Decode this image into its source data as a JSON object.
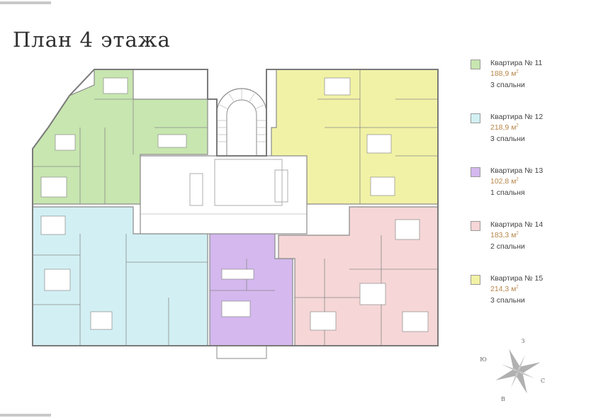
{
  "page": {
    "title": "План 4 этажа"
  },
  "legend": [
    {
      "name": "Квартира № 11",
      "area": "188,9 м",
      "beds": "3 спальни",
      "color": "#c8e6b0"
    },
    {
      "name": "Квартира № 12",
      "area": "218,9 м",
      "beds": "3 спальни",
      "color": "#d2f0f4"
    },
    {
      "name": "Квартира № 13",
      "area": "102,8 м",
      "beds": "1 спальня",
      "color": "#d4b8ee"
    },
    {
      "name": "Квартира № 14",
      "area": "183,3 м",
      "beds": "2 спальни",
      "color": "#f6d6d6"
    },
    {
      "name": "Квартира № 15",
      "area": "214,3 м",
      "beds": "3 спальни",
      "color": "#f2f2a6"
    }
  ],
  "area_unit_superscript": "2",
  "compass": {
    "north": "С",
    "south": "Ю",
    "east": "В",
    "west": "З"
  },
  "colors": {
    "wall": "#8a8a8a",
    "common": "#ffffff",
    "accent": "#b8864a"
  }
}
